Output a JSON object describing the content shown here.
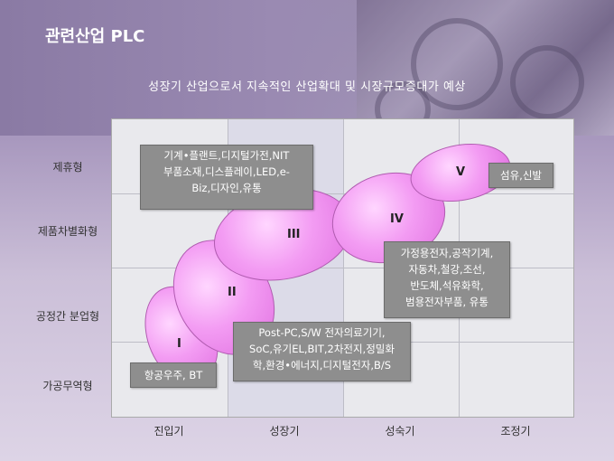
{
  "title": "관련산업 PLC",
  "subtitle": "성장기 산업으로서 지속적인 산업확대 및 시장규모증대가 예상",
  "rows": [
    "제휴형",
    "제품차별화형",
    "공정간 분업형",
    "가공무역형"
  ],
  "columns": [
    "진입기",
    "성장기",
    "성숙기",
    "조정기"
  ],
  "stages": [
    "I",
    "II",
    "III",
    "IV",
    "V"
  ],
  "boxes": {
    "box1": [
      "기계•플랜트,디지털가전,NIT",
      "부품소재,디스플레이,LED,e-",
      "Biz,디자인,유통"
    ],
    "box2": [
      "섬유,신발"
    ],
    "box3": [
      "가정용전자,공작기계,",
      "자동차,철강,조선,",
      "반도체,석유화학,",
      "범용전자부품, 유통"
    ],
    "box4": [
      "Post-PC,S/W 전자의료기기,",
      "SoC,유기EL,BIT,2차전지,정밀화",
      "학,환경•에너지,디지털전자,B/S"
    ],
    "box5": [
      "항공우주, BT"
    ]
  }
}
